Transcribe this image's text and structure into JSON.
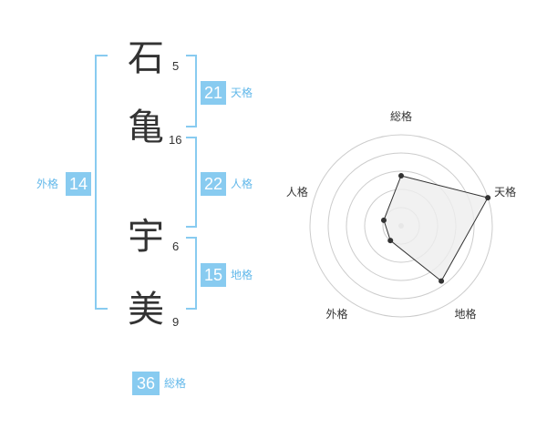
{
  "name": {
    "chars": [
      {
        "char": "石",
        "strokes": "5"
      },
      {
        "char": "亀",
        "strokes": "16"
      },
      {
        "char": "宇",
        "strokes": "6"
      },
      {
        "char": "美",
        "strokes": "9"
      }
    ]
  },
  "kakusu": {
    "tenkaku": {
      "value": "21",
      "label": "天格"
    },
    "jinkaku": {
      "value": "22",
      "label": "人格"
    },
    "chikaku": {
      "value": "15",
      "label": "地格"
    },
    "gaikaku": {
      "value": "14",
      "label": "外格"
    },
    "soukaku": {
      "value": "36",
      "label": "総格"
    }
  },
  "colors": {
    "accent": "#88cbf0",
    "accent_text": "#62b8ea",
    "radar_fill": "#eeeeee",
    "radar_stroke": "#333333",
    "ring": "#cccccc"
  },
  "chart_data": {
    "type": "radar",
    "axes": [
      "総格",
      "天格",
      "地格",
      "外格",
      "人格"
    ],
    "values": [
      0.55,
      1.0,
      0.75,
      0.2,
      0.2
    ],
    "rings": 5
  }
}
